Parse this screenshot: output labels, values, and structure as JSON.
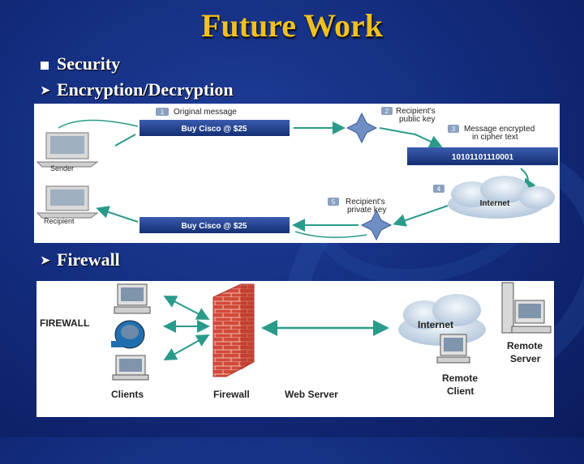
{
  "slide": {
    "title": "Future Work",
    "bullets": [
      {
        "text": "Security",
        "marker": "square"
      },
      {
        "text": "Encryption/Decryption",
        "marker": "arrow"
      },
      {
        "text": "Firewall",
        "marker": "arrow"
      }
    ]
  },
  "encryption_diagram": {
    "step1": "1",
    "step1_label": "Original message",
    "step2": "2",
    "step2_label_line1": "Recipient's",
    "step2_label_line2": "public key",
    "step3": "3",
    "step3_label_line1": "Message encrypted",
    "step3_label_line2": "in cipher text",
    "step4": "4",
    "step5": "5",
    "step5_label_line1": "Recipient's",
    "step5_label_line2": "private key",
    "message_top": "Buy Cisco @ $25",
    "message_bottom": "Buy Cisco @ $25",
    "cipher": "10101101110001",
    "sender": "Sender",
    "recipient": "Recipient",
    "internet": "Internet"
  },
  "firewall_diagram": {
    "title": "FIREWALL",
    "clients": "Clients",
    "firewall": "Firewall",
    "web_server": "Web Server",
    "internet": "Internet",
    "remote_client_line1": "Remote",
    "remote_client_line2": "Client",
    "remote_server_line1": "Remote",
    "remote_server_line2": "Server"
  },
  "colors": {
    "title": "#f0c020",
    "bar": "#1a3d8c",
    "arrow": "#2a9a8a"
  }
}
